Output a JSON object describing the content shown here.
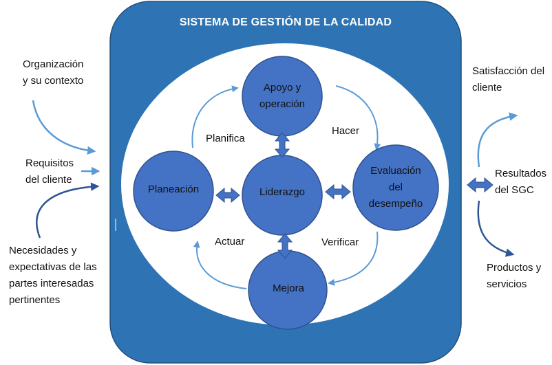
{
  "title": "SISTEMA DE GESTIÓN DE LA CALIDAD",
  "inputs": {
    "organizacion": [
      "Organización",
      "y su contexto"
    ],
    "requisitos": [
      "Requisitos",
      "del cliente"
    ],
    "necesidades": [
      "Necesidades y",
      "expectativas de las",
      "partes interesadas",
      "pertinentes"
    ]
  },
  "outputs": {
    "satisfaccion": [
      "Satisfacción del",
      "cliente"
    ],
    "resultados": [
      "Resultados",
      "del SGC"
    ],
    "productos": [
      "Productos y",
      "servicios"
    ]
  },
  "nodes": {
    "apoyo": [
      "Apoyo y",
      "operación"
    ],
    "planeacion": "Planeación",
    "liderazgo": "Liderazgo",
    "evaluacion": [
      "Evaluación",
      "del",
      "desempeño"
    ],
    "mejora": "Mejora"
  },
  "cycle": {
    "planifica": "Planifica",
    "hacer": "Hacer",
    "actuar": "Actuar",
    "verificar": "Verificar"
  },
  "colors": {
    "frame": "#2e74b5",
    "node": "#4472c4",
    "arrow": "#5b9bd5",
    "dark_arrow": "#2f5597"
  }
}
